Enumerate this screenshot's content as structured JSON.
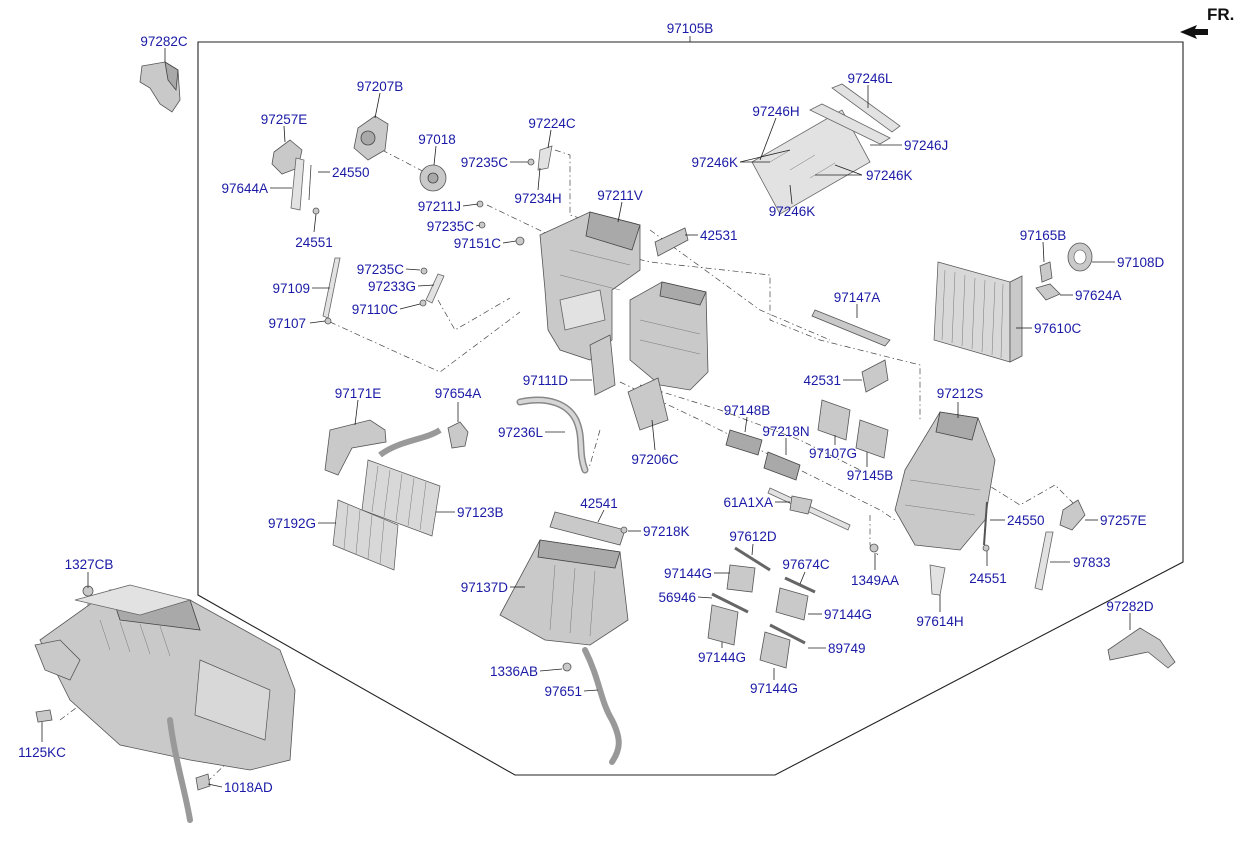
{
  "orientation_label": "FR.",
  "labels": {
    "97105B": "97105B",
    "97282C": "97282C",
    "97207B": "97207B",
    "97257E_top": "97257E",
    "97018": "97018",
    "97224C": "97224C",
    "97235C_a": "97235C",
    "24550_top": "24550",
    "97644A": "97644A",
    "97234H": "97234H",
    "97211V": "97211V",
    "97211J": "97211J",
    "97235C_b": "97235C",
    "24551_top": "24551",
    "97151C": "97151C",
    "42531_top": "42531",
    "97235C_c": "97235C",
    "97233G": "97233G",
    "97109": "97109",
    "97110C": "97110C",
    "97107": "97107",
    "97246L": "97246L",
    "97246H": "97246H",
    "97246J": "97246J",
    "97246K_a": "97246K",
    "97246K_b": "97246K",
    "97246K_c": "97246K",
    "97165B": "97165B",
    "97108D": "97108D",
    "97624A": "97624A",
    "97147A": "97147A",
    "97610C": "97610C",
    "97111D": "97111D",
    "42531_mid": "42531",
    "97171E": "97171E",
    "97654A": "97654A",
    "97212S": "97212S",
    "97148B": "97148B",
    "97236L": "97236L",
    "97218N": "97218N",
    "97206C": "97206C",
    "97107G": "97107G",
    "97145B": "97145B",
    "61A1XA": "61A1XA",
    "97192G": "97192G",
    "97123B": "97123B",
    "42541": "42541",
    "97218K": "97218K",
    "24550_right": "24550",
    "97257E_right": "97257E",
    "97612D": "97612D",
    "1327CB": "1327CB",
    "97833": "97833",
    "97674C": "97674C",
    "97144G_a": "97144G",
    "1349AA": "1349AA",
    "24551_right": "24551",
    "97137D": "97137D",
    "56946": "56946",
    "97144G_b": "97144G",
    "97614H": "97614H",
    "97282D": "97282D",
    "97144G_c": "97144G",
    "89749": "89749",
    "1336AB": "1336AB",
    "97144G_d": "97144G",
    "97651": "97651",
    "1125KC": "1125KC",
    "1018AD": "1018AD"
  },
  "colors": {
    "label": "#1a1aa6",
    "line": "#222222",
    "part_fill": "#c9c9c9"
  }
}
